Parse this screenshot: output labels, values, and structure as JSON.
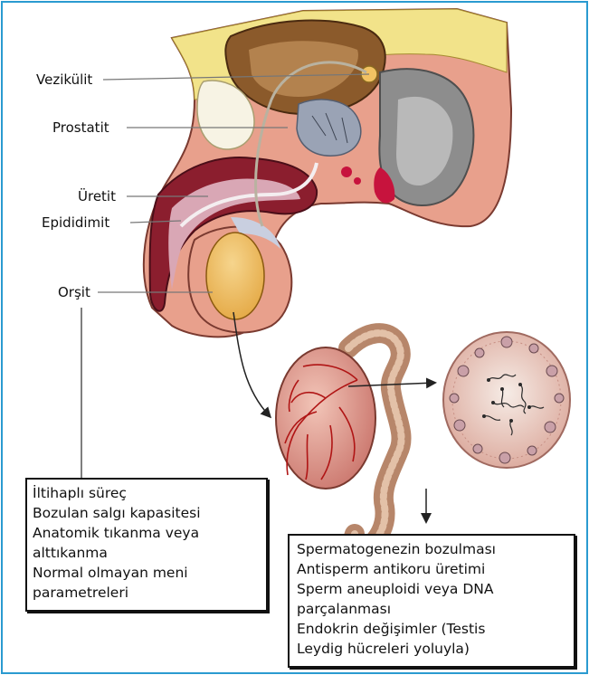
{
  "labels": {
    "vezikulit": "Vezikülit",
    "prostatit": "Prostatit",
    "uretit": "Üretit",
    "epididimit": "Epididimit",
    "orsit": "Orşit"
  },
  "left_box": {
    "lines": [
      "İltihaplı süreç",
      "Bozulan salgı kapasitesi",
      "Anatomik tıkanma veya",
      "alttıkanma",
      "Normal olmayan meni",
      "parametreleri"
    ]
  },
  "right_box": {
    "lines": [
      "Spermatogenezin bozulması",
      "Antisperm antikoru üretimi",
      "Sperm aneuploidi veya DNA",
      "parçalanması",
      "Endokrin değişimler (Testis",
      "Leydig hücreleri yoluyla)"
    ]
  },
  "colors": {
    "frame": "#2a9ad0",
    "skin": "#e8a08c",
    "fat": "#f2e38a",
    "bladder": "#8b5a2b",
    "rectum": "#8d8d8d",
    "muscle": "#8b1e2e",
    "testis": "#f2c263",
    "vessel": "#b01515"
  }
}
